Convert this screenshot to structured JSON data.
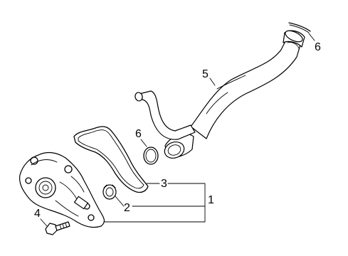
{
  "diagram": {
    "callouts": [
      {
        "id": "c1",
        "text": "1"
      },
      {
        "id": "c2",
        "text": "2"
      },
      {
        "id": "c3",
        "text": "3"
      },
      {
        "id": "c4",
        "text": "4"
      },
      {
        "id": "c5",
        "text": "5"
      },
      {
        "id": "c6a",
        "text": "6"
      },
      {
        "id": "c6b",
        "text": "6"
      }
    ],
    "parts": [
      "water-pump",
      "pump-gasket",
      "housing-gasket",
      "bolt",
      "coolant-pipe",
      "o-ring-small",
      "o-ring-large"
    ]
  }
}
